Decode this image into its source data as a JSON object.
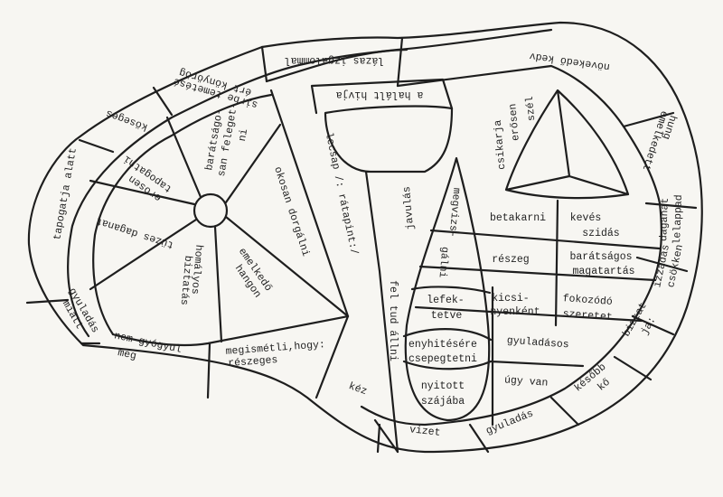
{
  "diagram": {
    "labels": {
      "lazas_izgalommal": "lázas izgalommal",
      "novekedo_kedv": "növekedő kedv",
      "sirba_1": "sirbe temetésé",
      "sirba_2": "ért könyörög",
      "koseges": "köseges",
      "tapogatja_alatt": "tapogatja alatt",
      "gyuladas_1": "gyuladás",
      "gyuladas_2": "miatt",
      "nem_gyogyul_1": "nem gyógyul",
      "nem_gyogyul_2": "meg",
      "megismetli_1": "megismétli,hogy:",
      "megismetli_2": "részeges",
      "kez": "kéz",
      "vizet": "vizet",
      "gyuladas_bottom": "gyuladás",
      "kesobb_1": "később",
      "kesobb_2": "kő",
      "biztat_1": "biztat",
      "biztat_2": "ja:",
      "izzadas_1": "izzadás",
      "izzadas_2": "csökken",
      "dagonat_1": "daganat",
      "dagonat_2": "lelappad",
      "hunglekedett_1": "hung",
      "hunglekedett_2": "emelkedett",
      "baratsagosan_1": "barátságo-",
      "baratsagosan_2": "san feleget-",
      "baratsagosan_3": "ni",
      "erosen_1": "erősen",
      "erosen_2": "tapogatni",
      "tuzes_daganat": "tüzes daganat",
      "homalyos_1": "homályos",
      "homalyos_2": "biztatás",
      "emelkedo_1": "emelkedő",
      "emelkedo_2": "hangon",
      "okosan_dorgalni": "okosan dorgálni",
      "lecsap": "lecsap /: rátapint:/",
      "a_halalt": "a halált hivja",
      "javulas": "javulás",
      "fel_tud_allni": "fel tud állni",
      "megvizs_1": "megvizs-",
      "megvizs_2": "gálni",
      "szel_1": "szél",
      "szel_2": "erősen",
      "szel_3": "csikarja",
      "betakarni": "betakarni",
      "keves_1": "kevés",
      "keves_2": "szidás",
      "reszeg": "részeg",
      "barats_mag_1": "barátságos",
      "barats_mag_2": "magatartás",
      "lefektetve_1": "lefek-",
      "lefektetve_2": "tetve",
      "kicsinyenkent_1": "kicsi-",
      "kicsinyenkent_2": "nyenként",
      "fokozodo_1": "fokozódó",
      "fokozodo_2": "szeretet",
      "enyhitesere_1": "enyhitésére",
      "enyhitesere_2": "csepegtetni",
      "gyuladasos": "gyuladásos",
      "nyitott_1": "nyitott",
      "nyitott_2": "szájába",
      "ugy_van": "úgy van"
    }
  }
}
